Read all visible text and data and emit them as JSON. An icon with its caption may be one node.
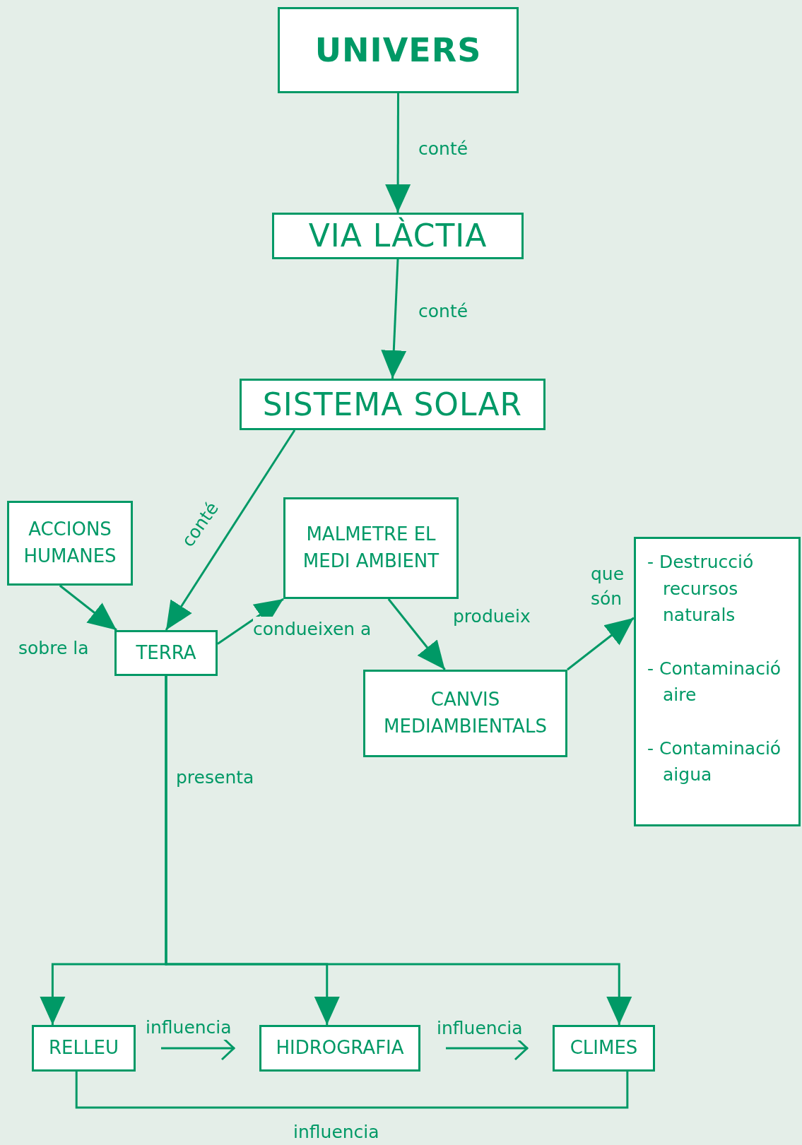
{
  "diagram": {
    "nodes": [
      {
        "text": [
          "UNIVERS"
        ]
      },
      {
        "text": [
          "VIA LÀCTIA"
        ]
      },
      {
        "text": [
          "SISTEMA SOLAR"
        ]
      },
      {
        "text": [
          "ACCIONS HUMANES"
        ]
      },
      {
        "text": [
          "TERRA"
        ]
      },
      {
        "text": [
          "MALMETRE EL MEDI AMBIENT"
        ]
      },
      {
        "text": [
          "CANVIS MEDIAMBIENTALS"
        ]
      },
      {
        "text": [
          "- Destrucció recursos naturals",
          "- Contaminació aire",
          "- Contaminació aigua"
        ]
      },
      {
        "text": [
          "RELLEU"
        ]
      },
      {
        "text": [
          "HIDROGRAFIA"
        ]
      },
      {
        "text": [
          "CLIMES"
        ]
      }
    ],
    "edges": [
      {
        "from": 0,
        "to": 1,
        "arrow": "to",
        "label": "conté"
      },
      {
        "from": 1,
        "to": 2,
        "arrow": "to",
        "label": "conté"
      },
      {
        "from": 2,
        "to": 4,
        "arrow": "to",
        "label": "conté"
      },
      {
        "from": 3,
        "to": 4,
        "arrow": "to",
        "label": "sobre la"
      },
      {
        "from": 4,
        "to": 5,
        "arrow": "to",
        "label": "condueixen a"
      },
      {
        "from": 5,
        "to": 6,
        "arrow": "to",
        "label": "produeix"
      },
      {
        "from": 6,
        "to": 7,
        "arrow": "to",
        "label": "que són"
      },
      {
        "from": 4,
        "to": 8,
        "arrow": "to",
        "label": "presenta"
      },
      {
        "from": 4,
        "to": 9,
        "arrow": "to"
      },
      {
        "from": 4,
        "to": 10,
        "arrow": "to"
      },
      {
        "from": 8,
        "to": 9,
        "arrow": "to",
        "label": "influencia"
      },
      {
        "from": 9,
        "to": 10,
        "arrow": "to",
        "label": "influencia"
      },
      {
        "from": 8,
        "to": 10,
        "arrow": "none",
        "label": "influencia"
      }
    ]
  }
}
